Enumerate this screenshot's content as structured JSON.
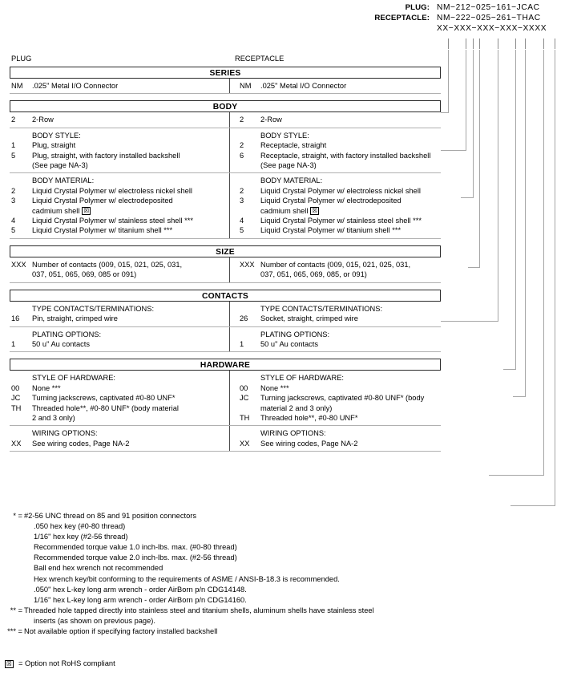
{
  "part_number_header": {
    "plug_label": "PLUG:",
    "plug_value": "NM−212−025−161−JCAC",
    "receptacle_label": "RECEPTACLE:",
    "receptacle_value": "NM−222−025−261−THAC",
    "pattern": "XX−XXX−XXX−XXX−XXXX"
  },
  "columns": {
    "plug": "PLUG",
    "receptacle": "RECEPTACLE"
  },
  "sections": {
    "series": {
      "title": "SERIES",
      "plug": {
        "code": "NM",
        "text": ".025\" Metal I/O Connector"
      },
      "receptacle": {
        "code": "NM",
        "text": ".025\" Metal I/O Connector"
      }
    },
    "body": {
      "title": "BODY",
      "row_plug": {
        "code": "2",
        "text": "2-Row"
      },
      "row_receptacle": {
        "code": "2",
        "text": "2-Row"
      },
      "style_heading": "BODY STYLE:",
      "style_plug": [
        {
          "code": "1",
          "text": "Plug, straight",
          "cont": ""
        },
        {
          "code": "5",
          "text": "Plug, straight, with factory installed backshell",
          "cont": "(See page NA-3)"
        }
      ],
      "style_receptacle": [
        {
          "code": "2",
          "text": "Receptacle, straight",
          "cont": ""
        },
        {
          "code": "6",
          "text": "Receptacle, straight, with factory installed backshell",
          "cont": "(See page NA-3)"
        }
      ],
      "material_heading": "BODY MATERIAL:",
      "material_plug": [
        {
          "code": "2",
          "text": "Liquid Crystal Polymer w/ electroless nickel shell",
          "cont": "",
          "rohs": false
        },
        {
          "code": "3",
          "text": "Liquid Crystal Polymer w/ electrodeposited",
          "cont": "cadmium shell",
          "rohs": true
        },
        {
          "code": "4",
          "text": "Liquid Crystal Polymer w/ stainless steel shell ***",
          "cont": "",
          "rohs": false
        },
        {
          "code": "5",
          "text": "Liquid Crystal Polymer w/ titanium shell ***",
          "cont": "",
          "rohs": false
        }
      ],
      "material_receptacle": [
        {
          "code": "2",
          "text": "Liquid Crystal Polymer w/ electroless nickel shell",
          "cont": "",
          "rohs": false
        },
        {
          "code": "3",
          "text": "Liquid Crystal Polymer w/ electrodeposited",
          "cont": "cadmium shell",
          "rohs": true
        },
        {
          "code": "4",
          "text": "Liquid Crystal Polymer w/ stainless steel shell ***",
          "cont": "",
          "rohs": false
        },
        {
          "code": "5",
          "text": "Liquid Crystal Polymer w/ titanium shell ***",
          "cont": "",
          "rohs": false
        }
      ]
    },
    "size": {
      "title": "SIZE",
      "plug": {
        "code": "XXX",
        "text": "Number of contacts (009, 015, 021, 025, 031,",
        "cont": "037, 051, 065, 069, 085 or 091)"
      },
      "receptacle": {
        "code": "XXX",
        "text": "Number of contacts (009, 015, 021, 025, 031,",
        "cont": "037, 051, 065, 069, 085, or 091)"
      }
    },
    "contacts": {
      "title": "CONTACTS",
      "type_heading": "TYPE CONTACTS/TERMINATIONS:",
      "type_plug": {
        "code": "16",
        "text": "Pin, straight, crimped wire"
      },
      "type_receptacle": {
        "code": "26",
        "text": "Socket, straight, crimped wire"
      },
      "plating_heading": "PLATING OPTIONS:",
      "plating_plug": {
        "code": "1",
        "text": "50 u\" Au contacts"
      },
      "plating_receptacle": {
        "code": "1",
        "text": "50 u\" Au contacts"
      }
    },
    "hardware": {
      "title": "HARDWARE",
      "style_heading": "STYLE OF HARDWARE:",
      "style_plug": [
        {
          "code": "00",
          "text": "None ***",
          "cont": ""
        },
        {
          "code": "JC",
          "text": "Turning jackscrews, captivated #0-80 UNF*",
          "cont": ""
        },
        {
          "code": "TH",
          "text": "Threaded hole**, #0-80 UNF* (body material",
          "cont": "2 and 3 only)"
        }
      ],
      "style_receptacle": [
        {
          "code": "00",
          "text": "None ***",
          "cont": ""
        },
        {
          "code": "JC",
          "text": "Turning jackscrews, captivated #0-80 UNF* (body",
          "cont": "material 2 and 3 only)"
        },
        {
          "code": "TH",
          "text": "Threaded hole**, #0-80 UNF*",
          "cont": ""
        }
      ],
      "wiring_heading": "WIRING OPTIONS:",
      "wiring_plug": {
        "code": "XX",
        "text": "See wiring codes, Page NA-2"
      },
      "wiring_receptacle": {
        "code": "XX",
        "text": "See wiring codes, Page NA-2"
      }
    }
  },
  "footnotes": {
    "star": {
      "mark": "* =",
      "first": "#2-56 UNC thread on 85 and 91 position connectors",
      "lines": [
        ".050 hex key (#0-80 thread)",
        "1/16\" hex key (#2-56 thread)",
        "Recommended torque value 1.0 inch-lbs. max. (#0-80 thread)",
        "Recommended torque value 2.0 inch-lbs. max. (#2-56 thread)",
        "Ball end hex wrench not recommended",
        "Hex wrench key/bit conforming to the requirements of ASME / ANSI-B-18.3 is recommended.",
        ".050\" hex L-key long arm wrench - order AirBorn p/n CDG14148.",
        "1/16\" hex L-key long arm wrench - order AirBorn p/n CDG14160."
      ]
    },
    "double_star": {
      "mark": "** =",
      "first": "Threaded hole tapped directly into stainless steel and titanium shells, aluminum shells have stainless steel",
      "lines": [
        "inserts (as shown on previous page)."
      ]
    },
    "triple_star": {
      "mark": "*** =",
      "first": "Not available option if specifying factory installed backshell",
      "lines": []
    },
    "rohs": {
      "symbol": "☒",
      "text": "= Option not RoHS compliant"
    }
  },
  "colors": {
    "band_border": "#2b2b2b",
    "rule": "#b0b0b0",
    "leader": "#a6a6a6",
    "divider": "#4a4a4a",
    "text": "#000000"
  }
}
